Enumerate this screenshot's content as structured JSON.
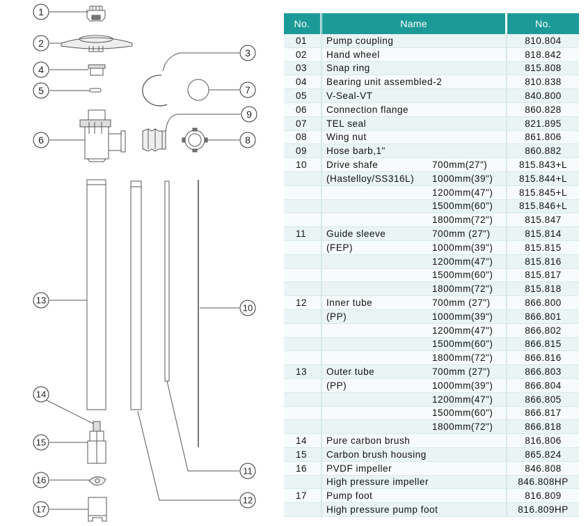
{
  "table": {
    "headers": {
      "no": "No.",
      "name": "Name",
      "code": "No."
    },
    "rows": [
      {
        "no": "01",
        "name": "Pump coupling",
        "length": "",
        "code": "810.804"
      },
      {
        "no": "02",
        "name": "Hand wheel",
        "length": "",
        "code": "818.842"
      },
      {
        "no": "03",
        "name": "Snap ring",
        "length": "",
        "code": "815.808"
      },
      {
        "no": "04",
        "name": "Bearing unit assembled-2",
        "length": "",
        "code": "810.838"
      },
      {
        "no": "05",
        "name": "V-Seal-VT",
        "length": "",
        "code": "840.800"
      },
      {
        "no": "06",
        "name": "Connection flange",
        "length": "",
        "code": "860.828"
      },
      {
        "no": "07",
        "name": "TEL seal",
        "length": "",
        "code": "821.895"
      },
      {
        "no": "08",
        "name": "Wing nut",
        "length": "",
        "code": "861.806"
      },
      {
        "no": "09",
        "name": "Hose barb,1\"",
        "length": "",
        "code": "860.882"
      },
      {
        "no": "10",
        "name": "Drive shafe",
        "length": "700mm(27\")",
        "code": "815.843+L"
      },
      {
        "no": "",
        "name": "(Hastelloy/SS316L)",
        "length": "1000mm(39\")",
        "code": "815.844+L"
      },
      {
        "no": "",
        "name": "",
        "length": "1200mm(47\")",
        "code": "815.845+L"
      },
      {
        "no": "",
        "name": "",
        "length": "1500mm(60\")",
        "code": "815.846+L"
      },
      {
        "no": "",
        "name": "",
        "length": "1800mm(72\")",
        "code": "815.847"
      },
      {
        "no": "11",
        "name": "Guide sleeve",
        "length": "700mm (27\")",
        "code": "815.814"
      },
      {
        "no": "",
        "name": "(FEP)",
        "length": "1000mm(39\")",
        "code": "815.815"
      },
      {
        "no": "",
        "name": "",
        "length": "1200mm(47\")",
        "code": "815.816"
      },
      {
        "no": "",
        "name": "",
        "length": "1500mm(60\")",
        "code": "815.817"
      },
      {
        "no": "",
        "name": "",
        "length": "1800mm(72\")",
        "code": "815.818"
      },
      {
        "no": "12",
        "name": "Inner tube",
        "length": "700mm (27\")",
        "code": "866.800"
      },
      {
        "no": "",
        "name": "(PP)",
        "length": "1000mm(39\")",
        "code": "866.801"
      },
      {
        "no": "",
        "name": "",
        "length": "1200mm(47\")",
        "code": "866.802"
      },
      {
        "no": "",
        "name": "",
        "length": "1500mm(60\")",
        "code": "866.815"
      },
      {
        "no": "",
        "name": "",
        "length": "1800mm(72\")",
        "code": "866.816"
      },
      {
        "no": "13",
        "name": "Outer tube",
        "length": "700mm (27\")",
        "code": "866.803"
      },
      {
        "no": "",
        "name": "(PP)",
        "length": "1000mm(39\")",
        "code": "866.804"
      },
      {
        "no": "",
        "name": "",
        "length": "1200mm(47\")",
        "code": "866.805"
      },
      {
        "no": "",
        "name": "",
        "length": "1500mm(60\")",
        "code": "866.817"
      },
      {
        "no": "",
        "name": "",
        "length": "1800mm(72\")",
        "code": "866.818"
      },
      {
        "no": "14",
        "name": "Pure carbon brush",
        "length": "",
        "code": "816.806"
      },
      {
        "no": "15",
        "name": "Carbon brush housing",
        "length": "",
        "code": "865.824"
      },
      {
        "no": "16",
        "name": "PVDF impeller",
        "length": "",
        "code": "846.808"
      },
      {
        "no": "",
        "name": "High pressure impeller",
        "length": "",
        "code": "846.808HP"
      },
      {
        "no": "17",
        "name": "Pump foot",
        "length": "",
        "code": "816.809"
      },
      {
        "no": "",
        "name": "High pressure pump foot",
        "length": "",
        "code": "816.809HP"
      }
    ]
  },
  "callouts": {
    "c1": "1",
    "c2": "2",
    "c3": "3",
    "c4": "4",
    "c5": "5",
    "c6": "6",
    "c7": "7",
    "c8": "8",
    "c9": "9",
    "c10": "10",
    "c11": "11",
    "c12": "12",
    "c13": "13",
    "c14": "14",
    "c15": "15",
    "c16": "16",
    "c17": "17"
  },
  "colors": {
    "header": "#1c9a98",
    "row_odd": "#eaf4f4",
    "row_even": "#f7fbfb",
    "part_stroke": "#555555"
  }
}
